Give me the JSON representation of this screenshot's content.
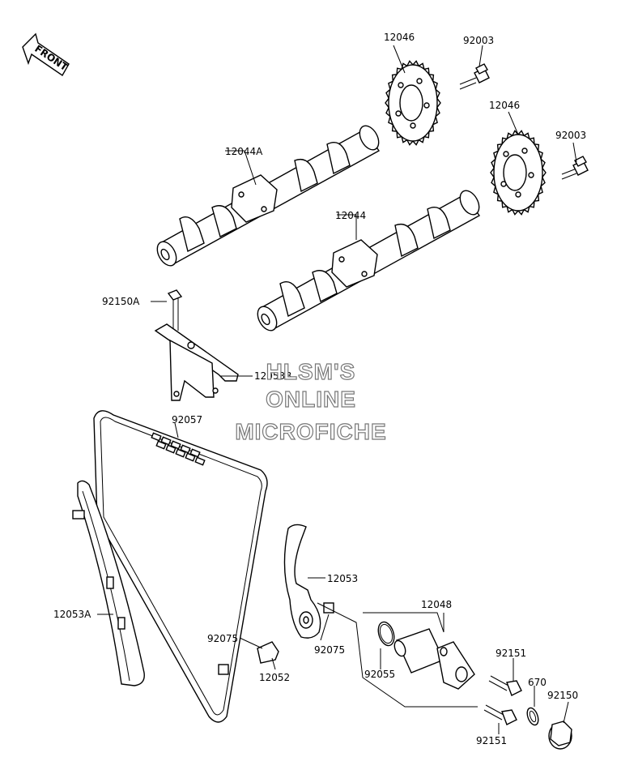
{
  "front_marker": "FRONT",
  "watermark": {
    "line1": "HLSM'S",
    "line2": "ONLINE",
    "line3": "MICROFICHE"
  },
  "labels": {
    "p12046_top": "12046",
    "p92003_top": "92003",
    "p12046_right": "12046",
    "p92003_right": "92003",
    "p12044A": "12044A",
    "p12044": "12044",
    "p92150A": "92150A",
    "p12053B": "12053B",
    "p92057": "92057",
    "p12053": "12053",
    "p12048": "12048",
    "p12053A": "12053A",
    "p92075_left": "92075",
    "p92075_right": "92075",
    "p92151_top": "92151",
    "p670": "670",
    "p92150": "92150",
    "p92055": "92055",
    "p12052": "12052",
    "p92151_bottom": "92151"
  }
}
